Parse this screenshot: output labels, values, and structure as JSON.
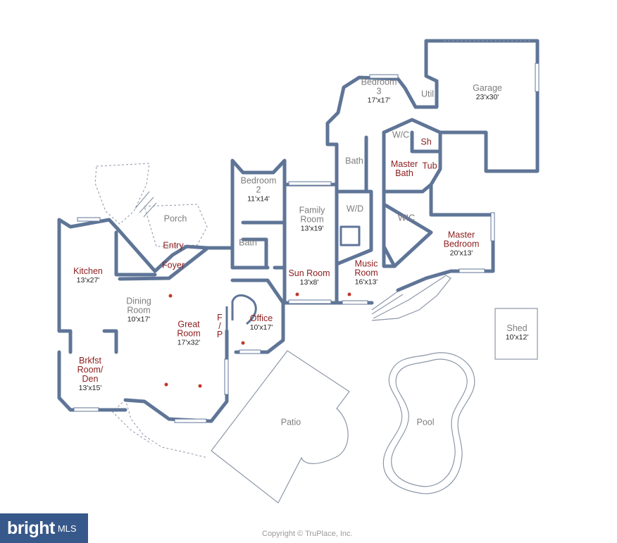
{
  "rooms": [
    {
      "id": "bedroom3",
      "name": "Bedroom\n3",
      "dim": "17'x17'",
      "color": "gray"
    },
    {
      "id": "util",
      "name": "Util",
      "dim": "",
      "color": "gray"
    },
    {
      "id": "garage",
      "name": "Garage",
      "dim": "23'x30'",
      "color": "gray"
    },
    {
      "id": "wc",
      "name": "W/C",
      "dim": "",
      "color": "gray"
    },
    {
      "id": "sh",
      "name": "Sh",
      "dim": "",
      "color": "red"
    },
    {
      "id": "bath-upper",
      "name": "Bath",
      "dim": "",
      "color": "gray"
    },
    {
      "id": "master-bath",
      "name": "Master\nBath",
      "dim": "",
      "color": "red"
    },
    {
      "id": "tub",
      "name": "Tub",
      "dim": "",
      "color": "red"
    },
    {
      "id": "bedroom2",
      "name": "Bedroom\n2",
      "dim": "11'x14'",
      "color": "gray"
    },
    {
      "id": "wd",
      "name": "W/D",
      "dim": "",
      "color": "gray"
    },
    {
      "id": "family-room",
      "name": "Family\nRoom",
      "dim": "13'x19'",
      "color": "gray"
    },
    {
      "id": "wic",
      "name": "WIC",
      "dim": "",
      "color": "gray"
    },
    {
      "id": "master-bedroom",
      "name": "Master\nBedroom",
      "dim": "20'x13'",
      "color": "red"
    },
    {
      "id": "porch",
      "name": "Porch",
      "dim": "",
      "color": "gray"
    },
    {
      "id": "entry",
      "name": "Entry",
      "dim": "",
      "color": "red"
    },
    {
      "id": "bath-lower",
      "name": "Bath",
      "dim": "",
      "color": "gray"
    },
    {
      "id": "foyer",
      "name": "Foyer",
      "dim": "",
      "color": "red"
    },
    {
      "id": "kitchen",
      "name": "Kitchen",
      "dim": "13'x27'",
      "color": "red"
    },
    {
      "id": "sun-room",
      "name": "Sun Room",
      "dim": "13'x8'",
      "color": "red"
    },
    {
      "id": "music-room",
      "name": "Music\nRoom",
      "dim": "16'x13'",
      "color": "red"
    },
    {
      "id": "dining-room",
      "name": "Dining\nRoom",
      "dim": "10'x17'",
      "color": "gray"
    },
    {
      "id": "great-room",
      "name": "Great\nRoom",
      "dim": "17'x32'",
      "color": "red"
    },
    {
      "id": "fp",
      "name": "F\n/\nP",
      "dim": "",
      "color": "red"
    },
    {
      "id": "office",
      "name": "Office",
      "dim": "10'x17'",
      "color": "red"
    },
    {
      "id": "shed",
      "name": "Shed",
      "dim": "10'x12'",
      "color": "gray"
    },
    {
      "id": "brkfst",
      "name": "Brkfst\nRoom/\nDen",
      "dim": "13'x15'",
      "color": "red"
    },
    {
      "id": "patio",
      "name": "Patio",
      "dim": "",
      "color": "gray"
    },
    {
      "id": "pool",
      "name": "Pool",
      "dim": "",
      "color": "gray"
    }
  ],
  "logo": {
    "brand": "bright",
    "suffix": "MLS"
  },
  "copyright": "Copyright © TruPlace, Inc.",
  "colors": {
    "wall": "#5f7597",
    "label_red": "#8c1c1c",
    "label_gray": "#7d7d7d",
    "logo_bg": "#37588a"
  }
}
